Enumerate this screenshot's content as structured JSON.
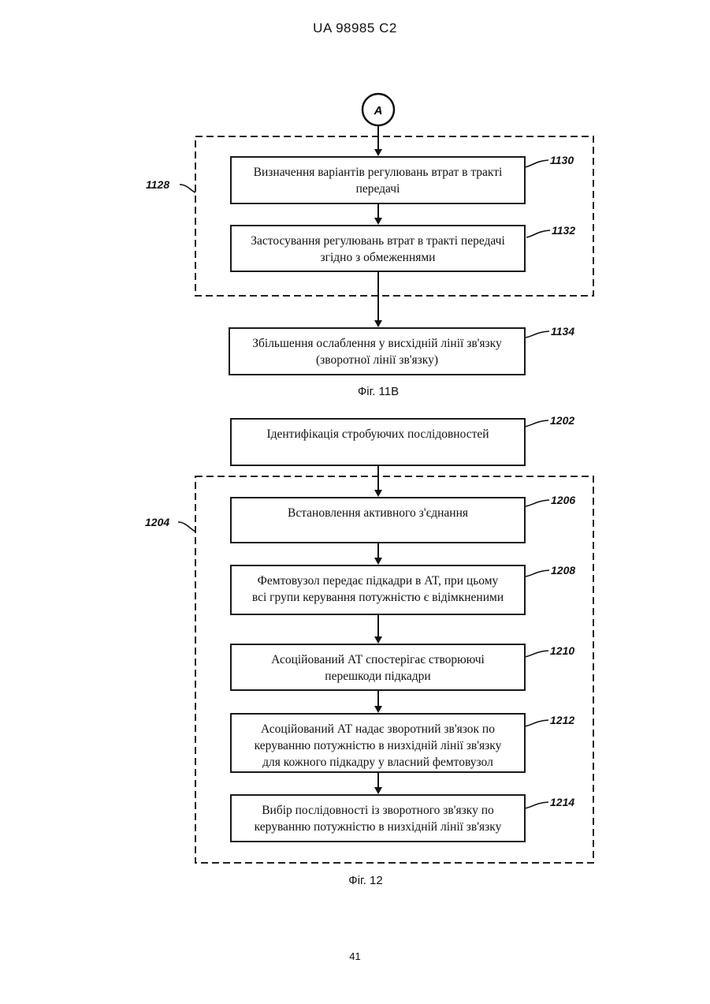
{
  "header": {
    "doc_id": "UA   98985   C2"
  },
  "figure_11b": {
    "connector": "A",
    "group_ref": "1128",
    "steps": [
      {
        "ref": "1130",
        "lines": [
          "Визначення варіантів регулювань втрат в тракті",
          "передачі"
        ]
      },
      {
        "ref": "1132",
        "lines": [
          "Застосування регулювань втрат в тракті передачі",
          "згідно з обмеженнями"
        ]
      },
      {
        "ref": "1134",
        "lines": [
          "Збільшення ослаблення у висхідній лінії зв'язку",
          "(зворотної лінії зв'язку)"
        ]
      }
    ],
    "caption": "Фіг. 11В"
  },
  "figure_12": {
    "group_ref": "1204",
    "steps": [
      {
        "ref": "1202",
        "lines": [
          "Ідентифікація стробуючих послідовностей"
        ]
      },
      {
        "ref": "1206",
        "lines": [
          "Встановлення активного з'єднання"
        ]
      },
      {
        "ref": "1208",
        "lines": [
          "Фемтовузол передає підкадри в АТ, при цьому",
          "всі групи керування потужністю є відімкненими"
        ]
      },
      {
        "ref": "1210",
        "lines": [
          "Асоційований АТ спостерігає створюючі",
          "перешкоди підкадри"
        ]
      },
      {
        "ref": "1212",
        "lines": [
          "Асоційований АТ надає зворотний зв'язок по",
          "керуванню потужністю в низхідній лінії зв'язку",
          "для кожного підкадру у власний фемтовузол"
        ]
      },
      {
        "ref": "1214",
        "lines": [
          "Вибір послідовності із зворотного зв'язку по",
          "керуванню потужністю в низхідній лінії зв'язку"
        ]
      }
    ],
    "caption": "Фіг. 12"
  },
  "footer": {
    "page_number": "41"
  }
}
